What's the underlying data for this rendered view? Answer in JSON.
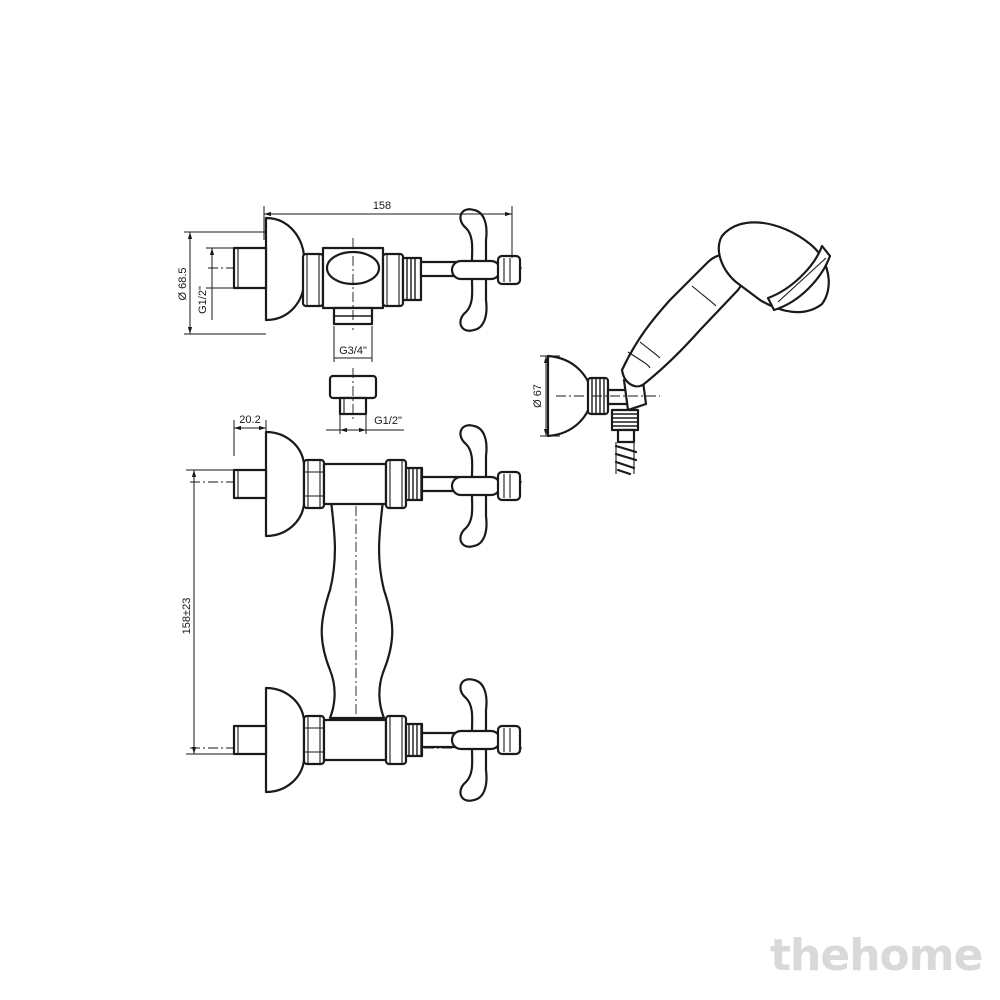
{
  "dimensions": {
    "overall_width": "158",
    "flange_diameter": "Ø 68.5",
    "thread_inlet": "G1/2\"",
    "outlet_thread": "G3/4\"",
    "adapter_thread": "G1/2\"",
    "projection": "20.2",
    "centers": "158±23",
    "holder_diameter": "Ø 67"
  },
  "watermark": "thehome"
}
